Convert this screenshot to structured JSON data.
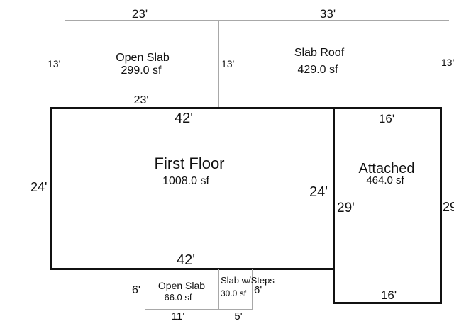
{
  "rooms": {
    "open_slab_top": {
      "name": "Open Slab",
      "area": "299.0 sf",
      "top": "23'",
      "bottom": "23'",
      "left": "13'"
    },
    "slab_roof": {
      "name": "Slab Roof",
      "area": "429.0 sf",
      "top": "33'",
      "left": "13'",
      "right": "13'"
    },
    "first_floor": {
      "name": "First Floor",
      "area": "1008.0 sf",
      "top": "42'",
      "bottom": "42'",
      "left": "24'",
      "right": "24'"
    },
    "attached": {
      "name": "Attached",
      "area": "464.0 sf",
      "top": "16'",
      "bottom": "16'",
      "left": "29'",
      "right": "29"
    },
    "open_slab_bottom": {
      "name": "Open Slab",
      "area": "66.0 sf",
      "left": "6'",
      "bottom": "11'"
    },
    "slab_steps": {
      "name": "Slab w/Steps",
      "area": "30.0 sf",
      "right": "6'",
      "bottom": "5'"
    }
  },
  "colors": {
    "thin_wall": "#a8a8a8",
    "thick_wall": "#111111",
    "text": "#111111",
    "background": "#ffffff"
  }
}
